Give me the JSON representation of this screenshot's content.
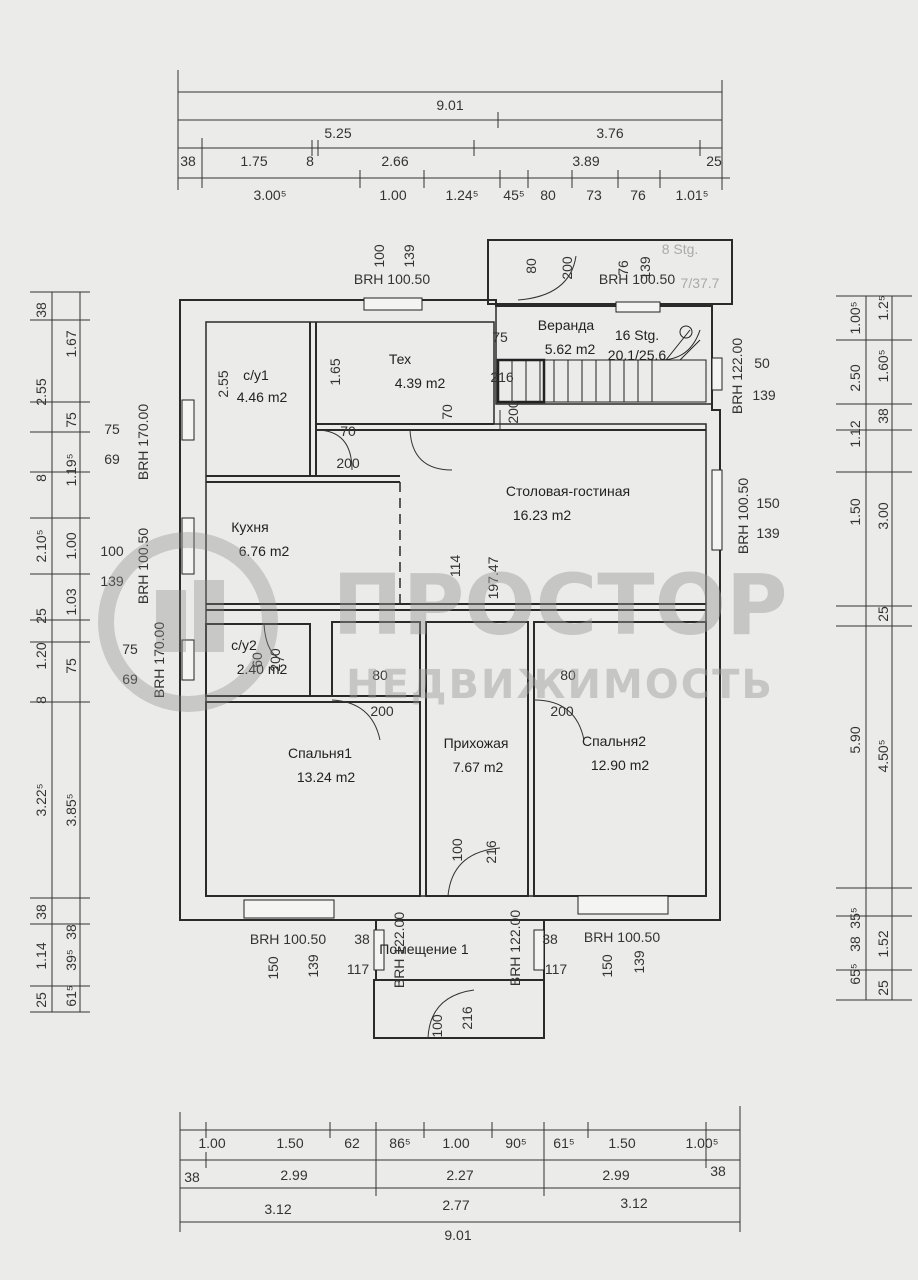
{
  "title": "",
  "top_dimensions": {
    "overall": "9.01",
    "row2": [
      "5.25",
      "3.76"
    ],
    "row3": [
      "38",
      "1.75",
      "8",
      "2.66",
      "3.89",
      "25"
    ],
    "row4": [
      "3.00⁵",
      "1.00",
      "1.24⁵",
      "45⁵",
      "80",
      "73",
      "76",
      "1.01⁵"
    ]
  },
  "bottom_dimensions": {
    "row1": [
      "1.00",
      "1.50",
      "62",
      "86⁵",
      "1.00",
      "90⁵",
      "61⁵",
      "1.50",
      "1.00⁵"
    ],
    "row2": [
      "38",
      "2.99",
      "2.27",
      "2.99",
      "38"
    ],
    "row3": [
      "3.12",
      "2.77",
      "3.12"
    ],
    "overall": "9.01"
  },
  "left_dimensions": {
    "outer": [
      "38",
      "1.67",
      "2.55",
      "75",
      "8",
      "1.19⁵",
      "2.10⁵",
      "1.00",
      "1.03",
      "25",
      "1.20",
      "75",
      "8",
      "3.22⁵",
      "3.85⁵",
      "38",
      "1.14",
      "38",
      "39⁵",
      "61⁵",
      "25"
    ]
  },
  "right_dimensions": {
    "outer": [
      "1.00⁵",
      "1.2⁵",
      "2.50",
      "1.60⁵",
      "1.12",
      "38",
      "1.50",
      "3.00",
      "25",
      "5.90",
      "4.50⁵",
      "65⁵",
      "38",
      "35⁵",
      "1.52",
      "25"
    ]
  },
  "rooms": [
    {
      "name": "с/у1",
      "area": "4.46  m2"
    },
    {
      "name": "Тех",
      "area": "4.39  m2"
    },
    {
      "name": "Веранда",
      "area": "5.62  m2"
    },
    {
      "name": "Столовая-гостиная",
      "area": "16.23  m2"
    },
    {
      "name": "Кухня",
      "area": "6.76  m2"
    },
    {
      "name": "с/у2",
      "area": "2.40  m2"
    },
    {
      "name": "Спальня1",
      "area": "13.24  m2"
    },
    {
      "name": "Прихожая",
      "area": "7.67  m2"
    },
    {
      "name": "Спальня2",
      "area": "12.90  m2"
    },
    {
      "name": "Помещение 1",
      "area": ""
    }
  ],
  "stairs": {
    "steps": "16 Stg.",
    "ratio": "20.1/25.6",
    "faded_steps": "8 Stg.",
    "faded_ratio": "7/37.7"
  },
  "openings": {
    "top_window": {
      "brh": "BRH 100.50",
      "w": "100",
      "h": "139"
    },
    "veranda_window": {
      "brh": "BRH 100.50",
      "w": "76",
      "h": "139"
    },
    "right_window_top": {
      "brh": "BRH 122.00",
      "w": "50",
      "h": "139"
    },
    "right_window_mid": {
      "brh": "BRH 100.50",
      "w": "150",
      "h": "139"
    },
    "left_window_top": {
      "brh": "BRH 170.00",
      "w": "75",
      "h": "69"
    },
    "left_window_mid": {
      "brh": "BRH 100.50",
      "w": "100",
      "h": "139"
    },
    "left_window_low": {
      "brh": "BRH 170.00",
      "w": "75",
      "h": "69"
    },
    "bottom_left_window": {
      "brh": "BRH 100.50",
      "w": "150",
      "h": "139"
    },
    "bottom_right_window": {
      "brh": "BRH 100.50",
      "w": "150",
      "h": "139"
    },
    "entry_left": {
      "brh": "BRH 122.00",
      "a": "38",
      "b": "117"
    },
    "entry_right": {
      "brh": "BRH 122.00",
      "a": "38",
      "b": "117"
    }
  },
  "doors": {
    "veranda_door": {
      "w": "80",
      "h": "200"
    },
    "stair_door": {
      "w": "75",
      "h": "216",
      "h2": "200"
    },
    "tech_door": {
      "w": "70"
    },
    "su1_door": {
      "w": "70",
      "h": "200"
    },
    "su2_door": {
      "w": "60",
      "h": "200"
    },
    "bed1_door": {
      "w": "80",
      "h": "200"
    },
    "bed2_door": {
      "w": "80",
      "h": "200"
    },
    "hall_door": {
      "w": "100",
      "h": "216"
    },
    "entry_door": {
      "w": "100",
      "h": "216"
    },
    "living_opening": {
      "w": "114",
      "h": "197.47"
    },
    "su1_height": "2.55",
    "tech_height": "1.65"
  },
  "watermark": {
    "line1": "ПРОСТОР",
    "line2": "НЕДВИЖИМОСТЬ"
  }
}
